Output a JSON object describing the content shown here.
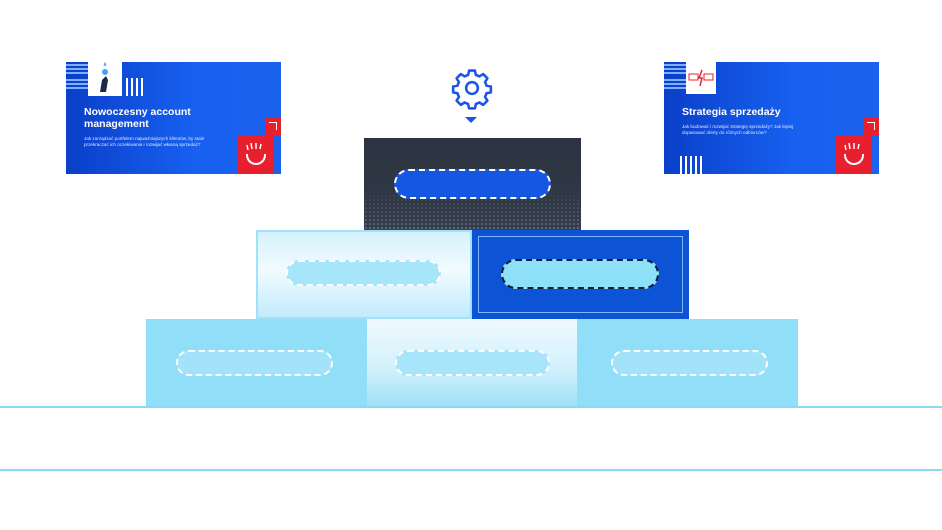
{
  "cards": {
    "left": {
      "title": "Nowoczesny account management",
      "description": "Jak zarządzać portfelem najważniejszych klientów, by stale przekraczać ich oczekiwania i rozwijać własną sprzedaż?"
    },
    "right": {
      "title": "Strategia sprzedaży",
      "description": "Jak budować i rozwijać strategię sprzedaży? Jak lepiej dopasować oferty do różnych odbiorców?"
    }
  },
  "icons": {
    "settings": "gear-icon",
    "pointer": "triangle-down-icon"
  },
  "colors": {
    "accent_blue": "#1a56e6",
    "dark_block": "#2c3441",
    "light_cyan": "#90def8",
    "brand_red": "#e8202e"
  }
}
